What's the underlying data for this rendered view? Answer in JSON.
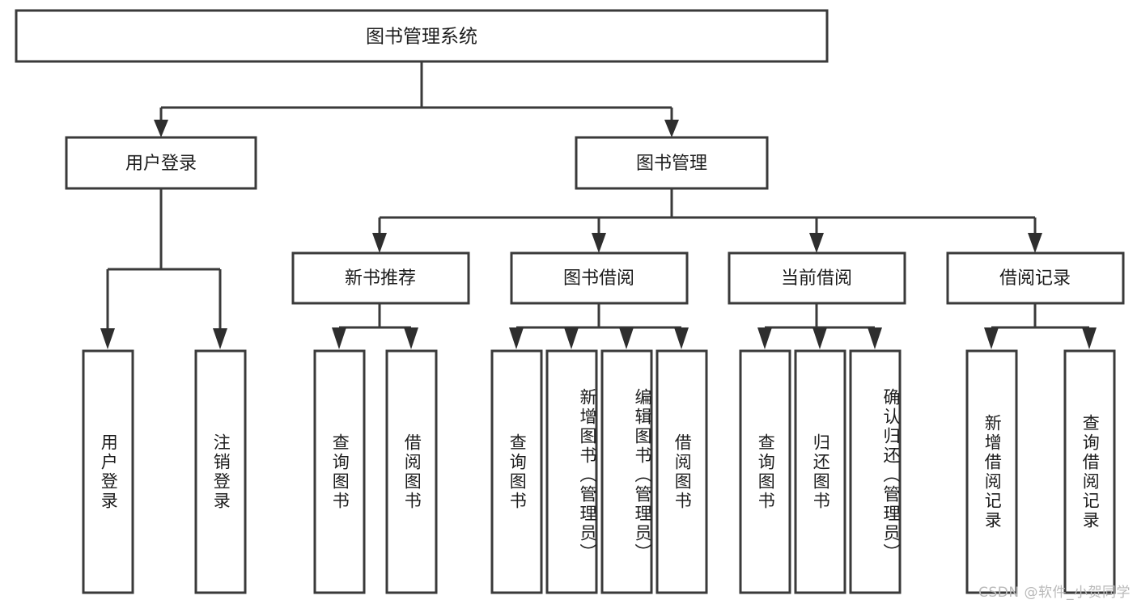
{
  "diagram": {
    "title": "图书管理系统",
    "type": "tree",
    "orientation": "top-down",
    "colors": {
      "stroke": "#3a3a3a",
      "fill": "#ffffff",
      "text": "#1c1c1c",
      "arrow": "#2e2e2e",
      "watermark": "#b9b9b9",
      "background": "#ffffff"
    },
    "watermark": "CSDN @软件_小贺同学",
    "nodes": {
      "root": {
        "id": "root",
        "label": "图书管理系统",
        "level": 0
      },
      "level1": [
        {
          "id": "user-login",
          "label": "用户登录",
          "level": 1
        },
        {
          "id": "book-management",
          "label": "图书管理",
          "level": 1
        }
      ],
      "level2": [
        {
          "id": "new-book-recommend",
          "label": "新书推荐",
          "level": 2,
          "parent": "book-management"
        },
        {
          "id": "book-borrow",
          "label": "图书借阅",
          "level": 2,
          "parent": "book-management"
        },
        {
          "id": "current-borrow",
          "label": "当前借阅",
          "level": 2,
          "parent": "book-management"
        },
        {
          "id": "borrow-record",
          "label": "借阅记录",
          "level": 2,
          "parent": "book-management"
        }
      ],
      "leaves": [
        {
          "id": "leaf-user-login",
          "label": "用户登录",
          "parent": "user-login"
        },
        {
          "id": "leaf-logout",
          "label": "注销登录",
          "parent": "user-login"
        },
        {
          "id": "leaf-query-book-1",
          "label": "查询图书",
          "parent": "new-book-recommend"
        },
        {
          "id": "leaf-borrow-book-1",
          "label": "借阅图书",
          "parent": "new-book-recommend"
        },
        {
          "id": "leaf-query-book-2",
          "label": "查询图书",
          "parent": "book-borrow"
        },
        {
          "id": "leaf-add-book",
          "label": "新增图书（管理员）",
          "parent": "book-borrow"
        },
        {
          "id": "leaf-edit-book",
          "label": "编辑图书（管理员）",
          "parent": "book-borrow"
        },
        {
          "id": "leaf-borrow-book-2",
          "label": "借阅图书",
          "parent": "book-borrow"
        },
        {
          "id": "leaf-query-book-3",
          "label": "查询图书",
          "parent": "current-borrow"
        },
        {
          "id": "leaf-return-book",
          "label": "归还图书",
          "parent": "current-borrow"
        },
        {
          "id": "leaf-confirm-return",
          "label": "确认归还（管理员）",
          "parent": "current-borrow"
        },
        {
          "id": "leaf-add-record",
          "label": "新增借阅记录",
          "parent": "borrow-record"
        },
        {
          "id": "leaf-query-record",
          "label": "查询借阅记录",
          "parent": "borrow-record"
        }
      ]
    }
  }
}
